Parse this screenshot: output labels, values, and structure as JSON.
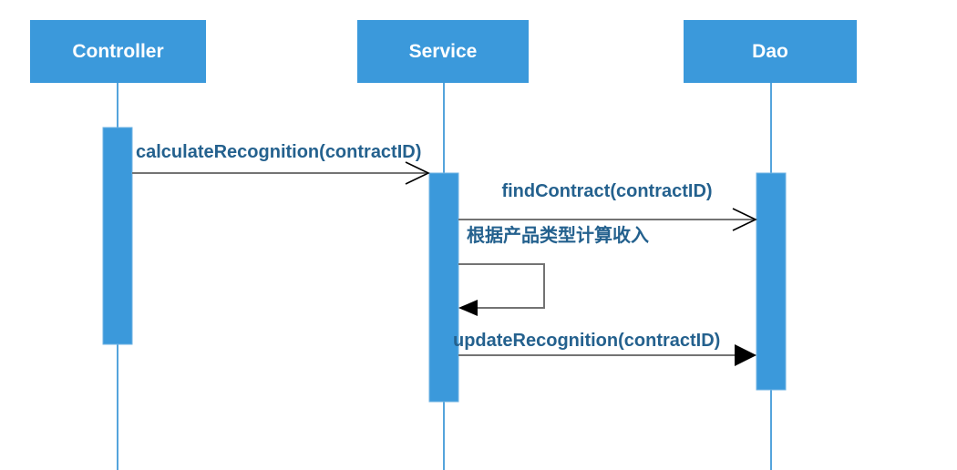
{
  "diagram": {
    "type": "uml-sequence-diagram",
    "participants": [
      {
        "name": "Controller"
      },
      {
        "name": "Service"
      },
      {
        "name": "Dao"
      }
    ],
    "messages": [
      {
        "label": "calculateRecognition(contractID)",
        "from": "Controller",
        "to": "Service",
        "arrowhead": "open"
      },
      {
        "label": "findContract(contractID)",
        "from": "Service",
        "to": "Dao",
        "arrowhead": "open"
      },
      {
        "label": "根据产品类型计算收入",
        "from": "Service",
        "to": "Service",
        "arrowhead": "filled",
        "self_message": true
      },
      {
        "label": "updateRecognition(contractID)",
        "from": "Service",
        "to": "Dao",
        "arrowhead": "filled"
      }
    ],
    "colors": {
      "background": "#FFFFFF",
      "shape_fill": "#3B99DB",
      "activation_edge": "#6FB3E3",
      "lifeline": "#55A4DC",
      "header_text": "#FFFFFF",
      "message_text": "#24618E",
      "line": "#737373",
      "arrowhead": "#000000"
    }
  }
}
